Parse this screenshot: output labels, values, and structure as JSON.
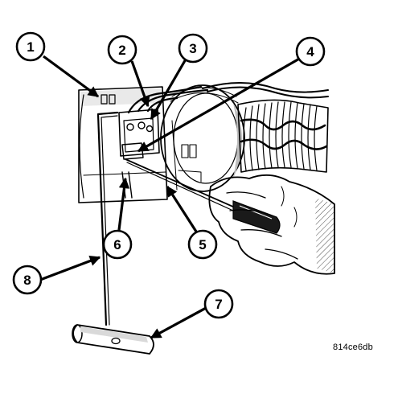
{
  "figure_id": "814ce6db",
  "callouts": [
    {
      "label": "1"
    },
    {
      "label": "2"
    },
    {
      "label": "3"
    },
    {
      "label": "4"
    },
    {
      "label": "5"
    },
    {
      "label": "6"
    },
    {
      "label": "7"
    },
    {
      "label": "8"
    }
  ]
}
